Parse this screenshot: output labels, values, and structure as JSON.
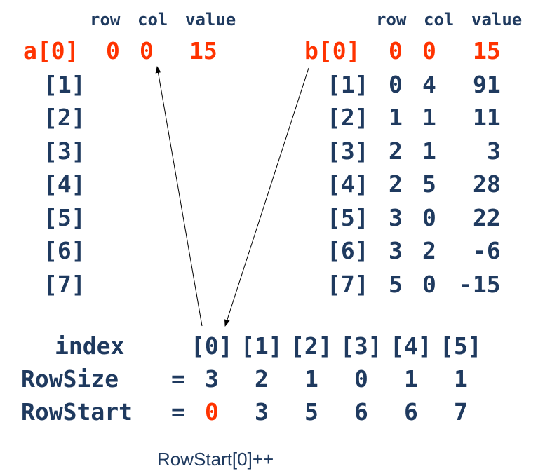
{
  "headers": {
    "a": {
      "row": "row",
      "col": "col",
      "value": "value"
    },
    "b": {
      "row": "row",
      "col": "col",
      "value": "value"
    }
  },
  "array_a": {
    "name": "a",
    "rows": [
      {
        "index": "a[0]",
        "row": "0",
        "col": "0",
        "value": "15"
      },
      {
        "index": "[1]"
      },
      {
        "index": "[2]"
      },
      {
        "index": "[3]"
      },
      {
        "index": "[4]"
      },
      {
        "index": "[5]"
      },
      {
        "index": "[6]"
      },
      {
        "index": "[7]"
      }
    ]
  },
  "array_b": {
    "name": "b",
    "rows": [
      {
        "index": "b[0]",
        "row": "0",
        "col": "0",
        "value": "15"
      },
      {
        "index": "[1]",
        "row": "0",
        "col": "4",
        "value": "91"
      },
      {
        "index": "[2]",
        "row": "1",
        "col": "1",
        "value": "11"
      },
      {
        "index": "[3]",
        "row": "2",
        "col": "1",
        "value": "3"
      },
      {
        "index": "[4]",
        "row": "2",
        "col": "5",
        "value": "28"
      },
      {
        "index": "[5]",
        "row": "3",
        "col": "0",
        "value": "22"
      },
      {
        "index": "[6]",
        "row": "3",
        "col": "2",
        "value": "-6"
      },
      {
        "index": "[7]",
        "row": "5",
        "col": "0",
        "value": "-15"
      }
    ]
  },
  "index_row": {
    "label": "index",
    "cells": [
      "[0]",
      "[1]",
      "[2]",
      "[3]",
      "[4]",
      "[5]"
    ]
  },
  "row_size": {
    "label": "RowSize",
    "eq": "=",
    "values": [
      "3",
      "2",
      "1",
      "0",
      "1",
      "1"
    ]
  },
  "row_start": {
    "label": "RowStart",
    "eq": "=",
    "values": [
      "0",
      "3",
      "5",
      "6",
      "6",
      "7"
    ]
  },
  "caption": "RowStart[0]++",
  "colors": {
    "dark_blue": "#1f3a5f",
    "highlight_red": "#ff3300"
  }
}
